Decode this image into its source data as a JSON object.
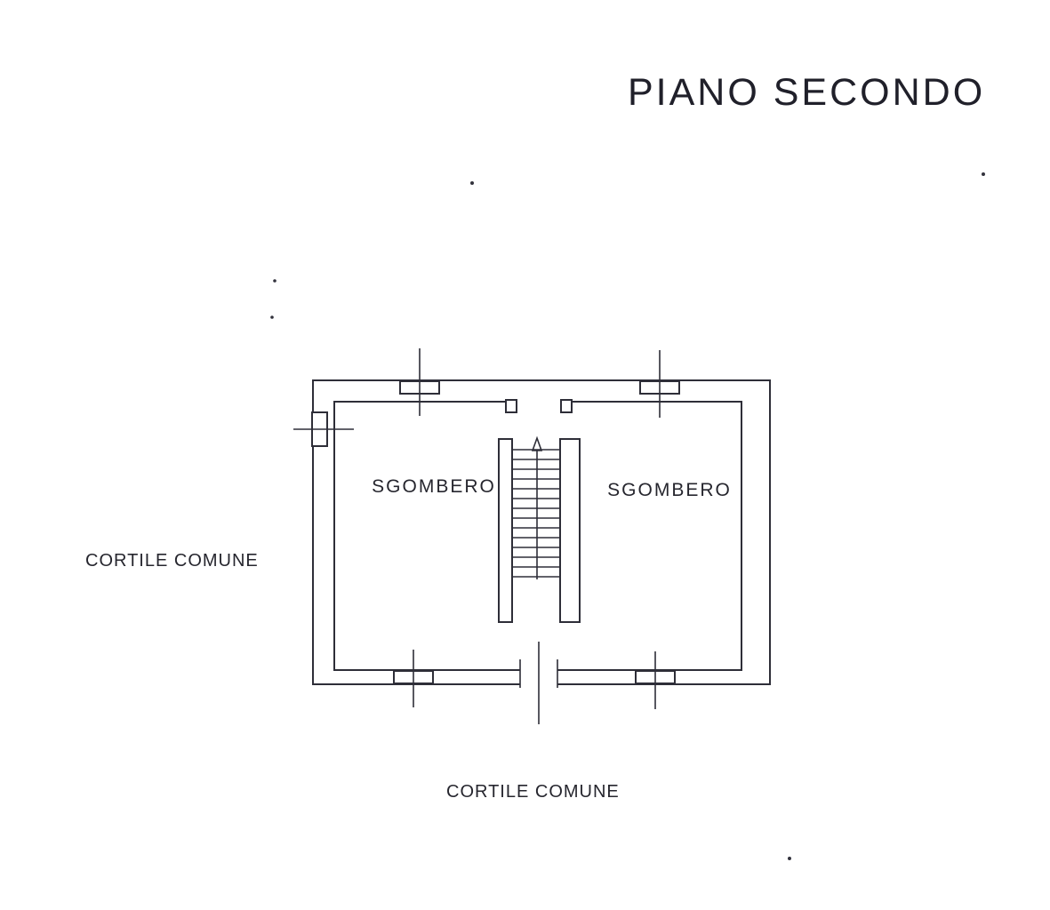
{
  "page": {
    "title": "PIANO SECONDO"
  },
  "plan": {
    "rooms": [
      {
        "label": "SGOMBERO",
        "position": "left"
      },
      {
        "label": "SGOMBERO",
        "position": "right"
      }
    ],
    "exterior_labels": [
      {
        "label": "CORTILE COMUNE",
        "position": "left"
      },
      {
        "label": "CORTILE COMUNE",
        "position": "bottom"
      }
    ],
    "icons": [
      {
        "name": "stair-direction-arrow",
        "meaning": "stair ascent direction"
      }
    ]
  },
  "colors": {
    "ink": "#2e2e38",
    "paper": "#ffffff"
  }
}
